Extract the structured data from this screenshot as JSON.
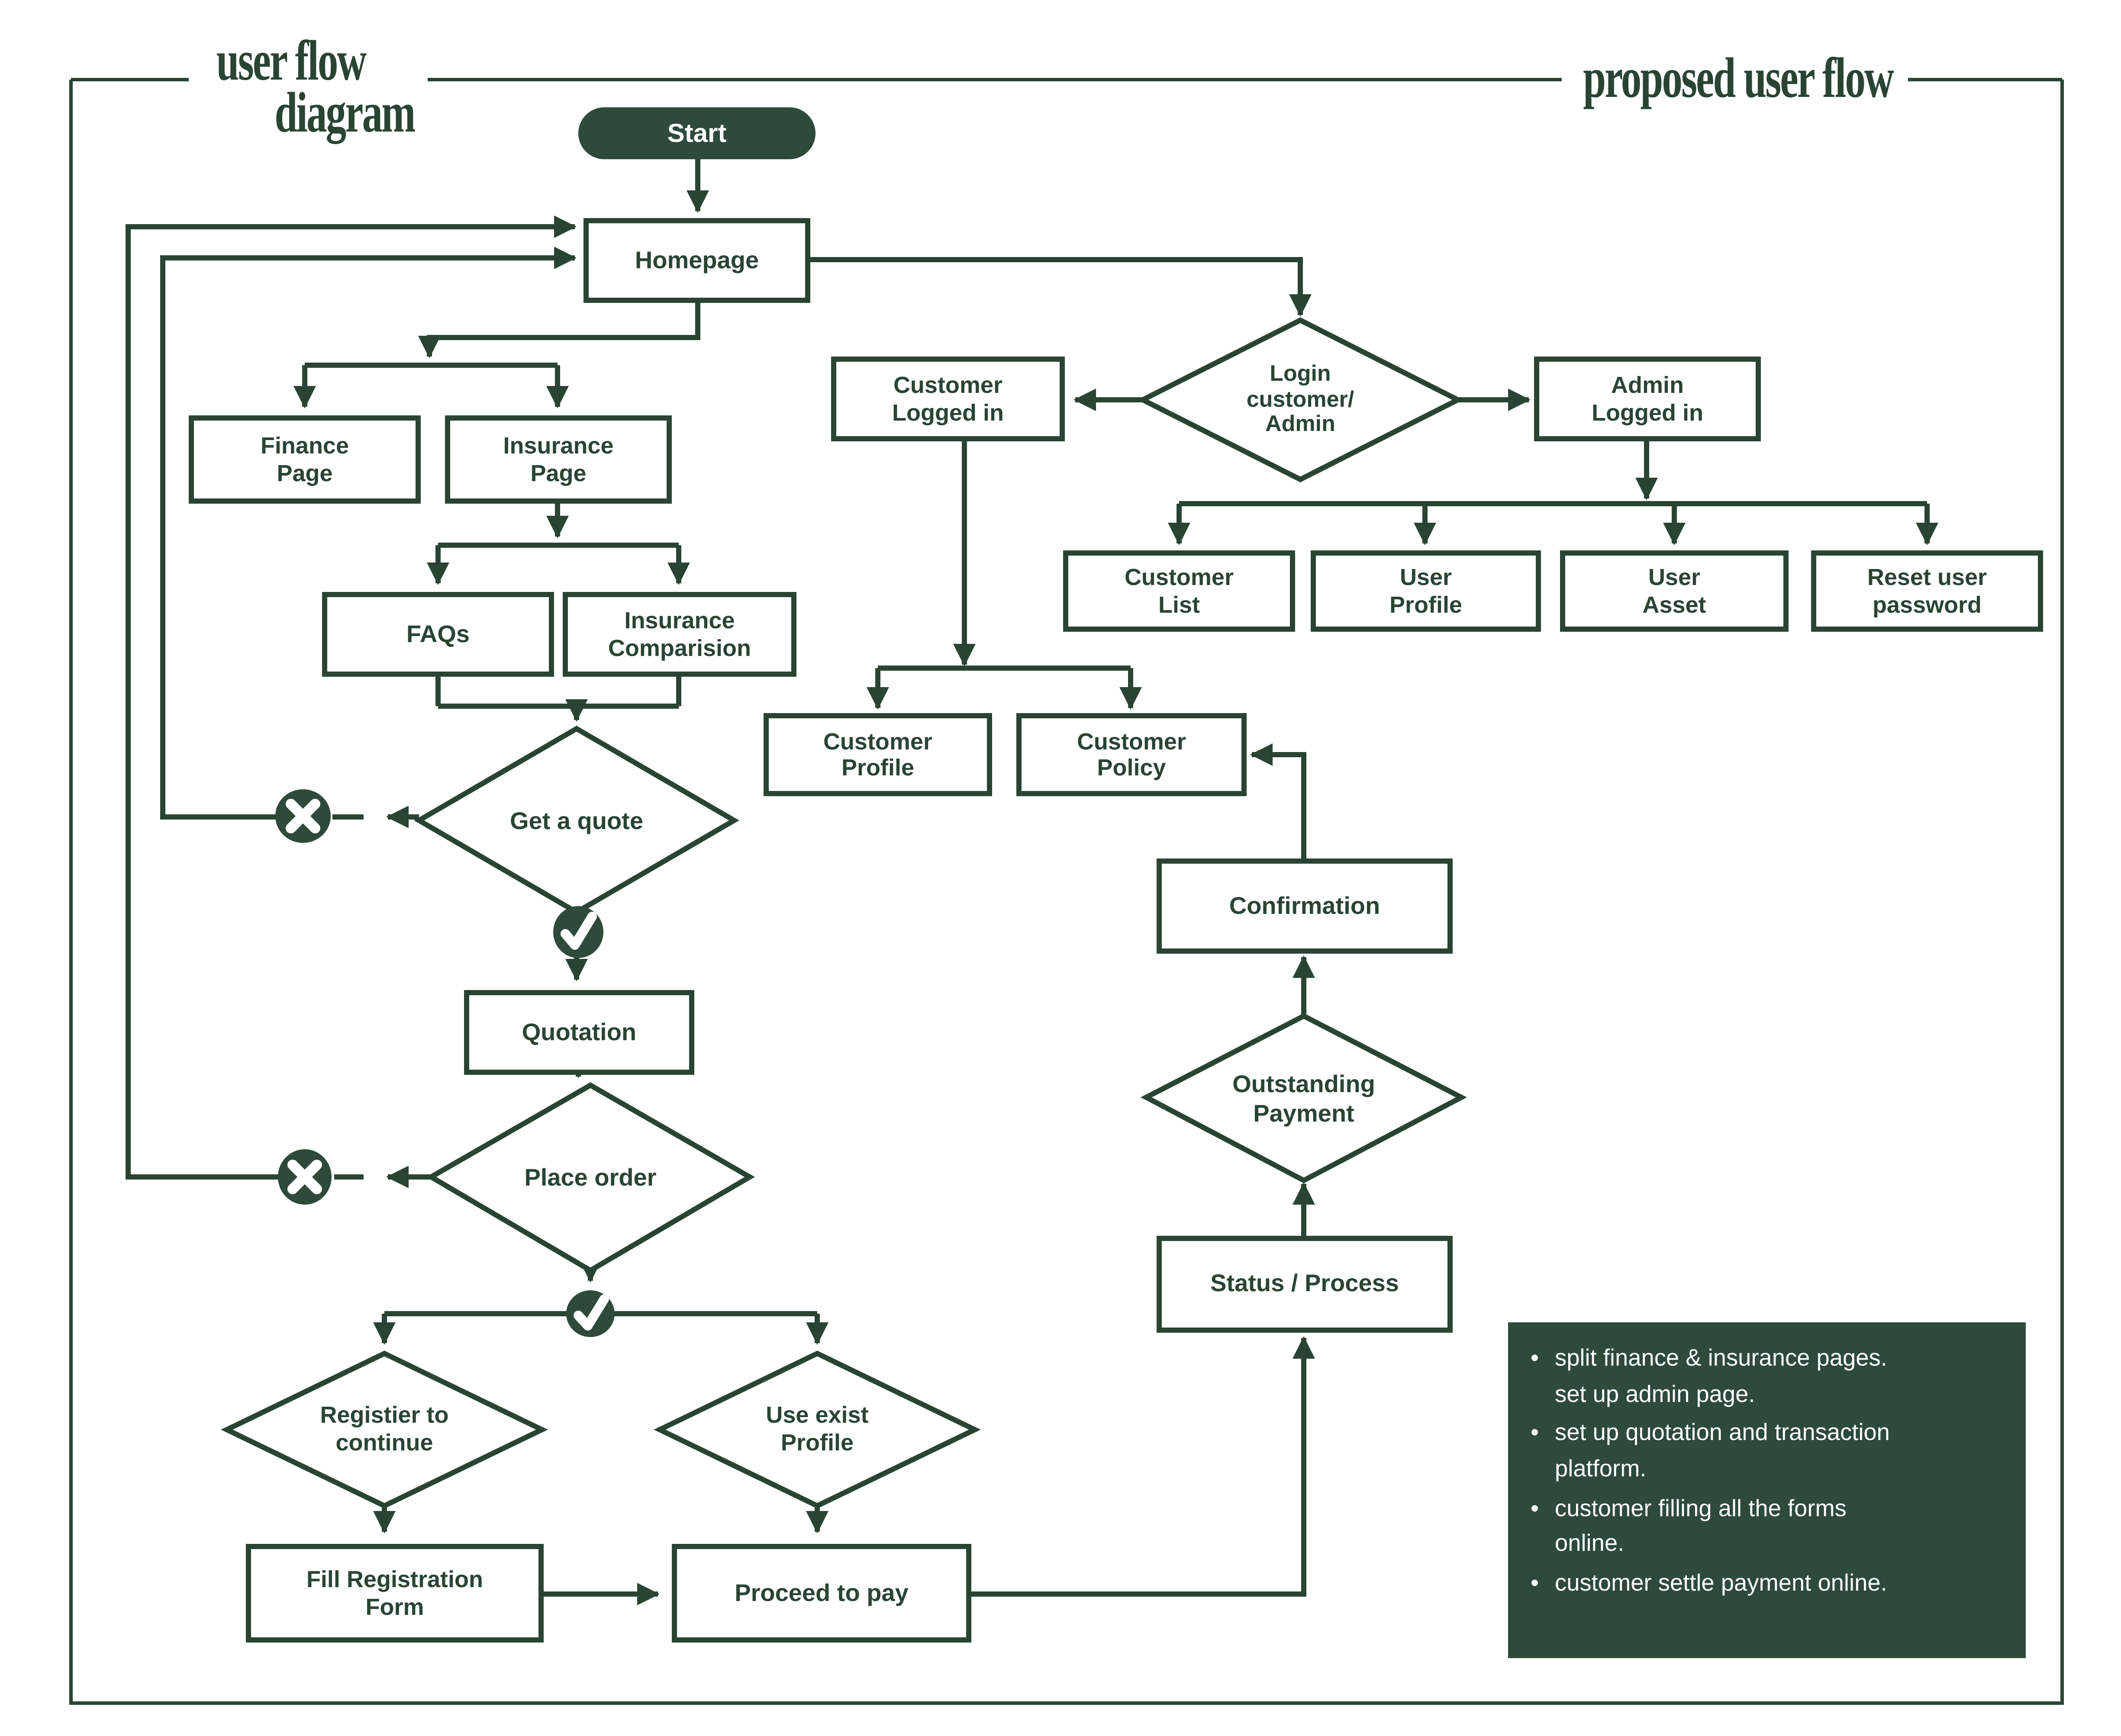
{
  "header": {
    "title_left_line1": "user flow",
    "title_left_line2": "diagram",
    "title_right": "proposed user flow"
  },
  "nodes": {
    "start": {
      "lines": [
        "Start"
      ]
    },
    "homepage": {
      "lines": [
        "Homepage"
      ]
    },
    "finance": {
      "lines": [
        "Finance",
        "Page"
      ]
    },
    "insurance": {
      "lines": [
        "Insurance",
        "Page"
      ]
    },
    "faqs": {
      "lines": [
        "FAQs"
      ]
    },
    "comparision": {
      "lines": [
        "Insurance",
        "Comparision"
      ]
    },
    "getquote": {
      "lines": [
        "Get a quote"
      ]
    },
    "quotation": {
      "lines": [
        "Quotation"
      ]
    },
    "placeorder": {
      "lines": [
        "Place order"
      ]
    },
    "registier": {
      "lines": [
        "Registier to",
        "continue"
      ]
    },
    "useexist": {
      "lines": [
        "Use exist",
        "Profile"
      ]
    },
    "fillreg": {
      "lines": [
        "Fill Registration",
        "Form"
      ]
    },
    "proceed": {
      "lines": [
        "Proceed to pay"
      ]
    },
    "custloggedin": {
      "lines": [
        "Customer",
        "Logged in"
      ]
    },
    "logindecision": {
      "lines": [
        "Login",
        "customer/",
        "Admin"
      ]
    },
    "adminloggedin": {
      "lines": [
        "Admin",
        "Logged in"
      ]
    },
    "custlist": {
      "lines": [
        "Customer",
        "List"
      ]
    },
    "userprofile": {
      "lines": [
        "User",
        "Profile"
      ]
    },
    "userasset": {
      "lines": [
        "User",
        "Asset"
      ]
    },
    "resetpwd": {
      "lines": [
        "Reset user",
        "password"
      ]
    },
    "custprofile": {
      "lines": [
        "Customer",
        "Profile"
      ]
    },
    "custpolicy": {
      "lines": [
        "Customer",
        "Policy"
      ]
    },
    "confirmation": {
      "lines": [
        "Confirmation"
      ]
    },
    "outstanding": {
      "lines": [
        "Outstanding",
        "Payment"
      ]
    },
    "statusprocess": {
      "lines": [
        "Status / Process"
      ]
    }
  },
  "notes": {
    "bullet_glyph": "•",
    "bullets": [
      "split finance & insurance pages.\nset up admin page.",
      "set up quotation and transaction\nplatform.",
      "customer filling all the forms\nonline.",
      "customer settle payment online."
    ]
  },
  "colors": {
    "ink": "#2a4434",
    "panel_fill": "#2d4a3a",
    "background": "#ffffff",
    "text_on_panel": "#ffffff"
  }
}
